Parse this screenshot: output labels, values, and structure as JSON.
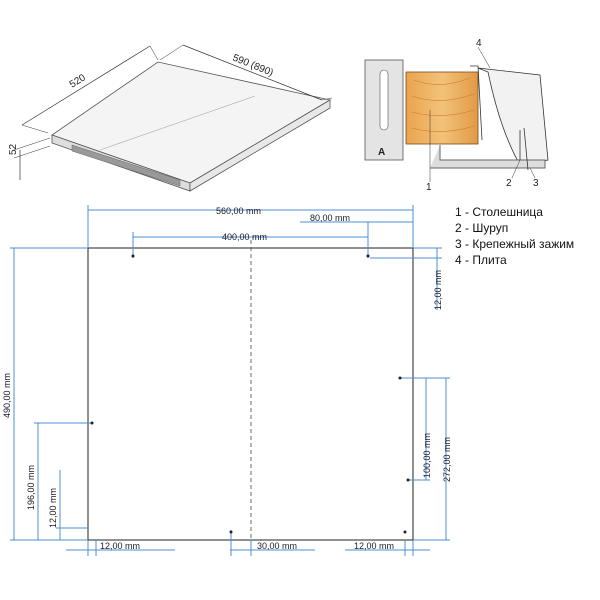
{
  "top_view": {
    "width_label": "520",
    "depth_label": "590 (890)",
    "height_label": "52"
  },
  "section": {
    "label_a": "A",
    "callouts": [
      "4",
      "1",
      "2",
      "3"
    ]
  },
  "legend": [
    "1 - Столешница",
    "2 - Шуруп",
    "3 - Крепежный зажим",
    "4 - Плита"
  ],
  "dimensions": {
    "outer_width": "560,00 mm",
    "inner_width": "400,00 mm",
    "right_offset": "80,00 mm",
    "right_top_gap": "12,00 mm",
    "height": "490,00 mm",
    "left_height": "196,00 mm",
    "left_bottom_gap": "12,00 mm",
    "right_mid": "100,00 mm",
    "right_total": "272,00 mm",
    "bottom_left": "12,00 mm",
    "bottom_center": "30,00 mm",
    "bottom_right": "12,00 mm"
  }
}
